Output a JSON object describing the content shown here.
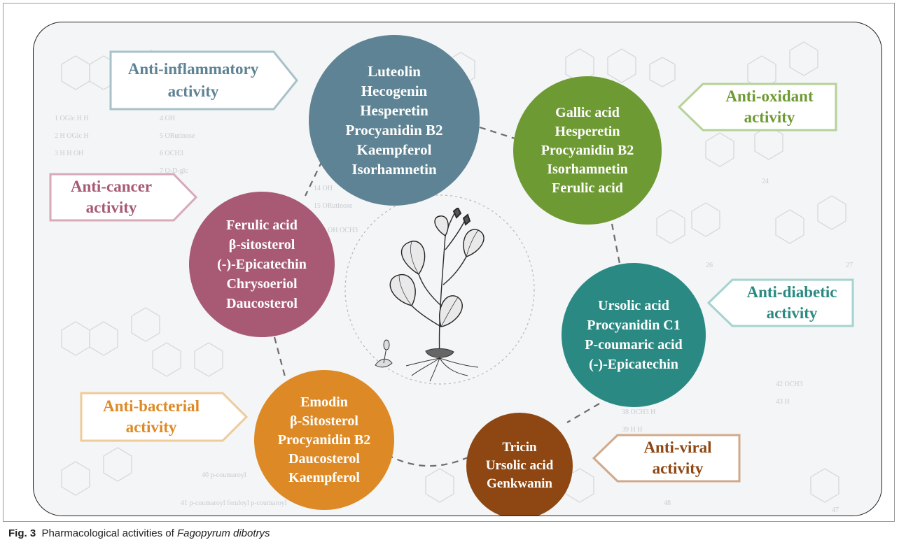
{
  "colors": {
    "anti_inflammatory": "#5e8394",
    "anti_oxidant": "#6e9a33",
    "anti_cancer": "#a85a74",
    "anti_diabetic": "#2a8a83",
    "anti_bacterial": "#dd8a26",
    "anti_viral": "#8e4712"
  },
  "activities": {
    "anti_inflammatory": {
      "label_line1": "Anti-inflammatory",
      "label_line2": "activity",
      "compounds": [
        "Luteolin",
        "Hecogenin",
        "Hesperetin",
        "Procyanidin B2",
        "Kaempferol",
        "Isorhamnetin"
      ]
    },
    "anti_oxidant": {
      "label_line1": "Anti-oxidant",
      "label_line2": "activity",
      "compounds": [
        "Gallic acid",
        "Hesperetin",
        "Procyanidin B2",
        "Isorhamnetin",
        "Ferulic acid"
      ]
    },
    "anti_cancer": {
      "label_line1": "Anti-cancer",
      "label_line2": "activity",
      "compounds": [
        "Ferulic acid",
        "β-sitosterol",
        "(-)-Epicatechin",
        "Chrysoeriol",
        "Daucosterol"
      ]
    },
    "anti_diabetic": {
      "label_line1": "Anti-diabetic",
      "label_line2": "activity",
      "compounds": [
        "Ursolic acid",
        "Procyanidin C1",
        "P-coumaric acid",
        "(-)-Epicatechin"
      ]
    },
    "anti_bacterial": {
      "label_line1": "Anti-bacterial",
      "label_line2": "activity",
      "compounds": [
        "Emodin",
        "β-Sitosterol",
        "Procyanidin B2",
        "Daucosterol",
        "Kaempferol"
      ]
    },
    "anti_viral": {
      "label_line1": "Anti-viral",
      "label_line2": "activity",
      "compounds": [
        "Tricin",
        "Ursolic acid",
        "Genkwanin"
      ]
    }
  },
  "caption": {
    "fig": "Fig. 3",
    "text": "Pharmacological activities of",
    "species": "Fagopyrum dibotrys"
  }
}
